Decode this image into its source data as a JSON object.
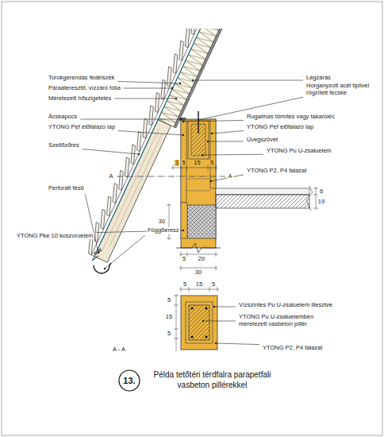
{
  "diagram": {
    "caption": "Példa tetőtéri térdfalra parapetfali vasbeton pillérekkel",
    "nodes": [
      {
        "text": [
          "13."
        ]
      }
    ],
    "labels": [
      "Torokgerendás fedélszék",
      "Páraáteresztő, vízzáró fólia",
      "Méretezett hőszigetelés",
      "Ácskapocs",
      "YTONG Pef előfalazó lap",
      "Szellőzőrés",
      "A",
      "Perforált fésű",
      "Függőeresz",
      "YTONG Pke 10 koszorúelem",
      "Légzárás",
      "Horganyzott acél tiplivel rögzített fecske",
      "Rugalmas tömítés vagy takaróléc",
      "YTONG Pef előfalazó lap",
      "Üvegszövet",
      "YTONG Pu U-zsaluelem",
      "A",
      "YTONG P2, P4 falazat",
      "1",
      "5",
      "15",
      "5",
      "30",
      "19",
      "6",
      "5",
      "20",
      "30",
      "5",
      "15",
      "5",
      "5",
      "15",
      "5",
      "A - A",
      "Vízszintes Pu U-zsaluelem illesztve",
      "YTONG Pu U-zsaluelemben méretezett vasbeton pillér",
      "YTONG P2, P4 falazat"
    ]
  }
}
